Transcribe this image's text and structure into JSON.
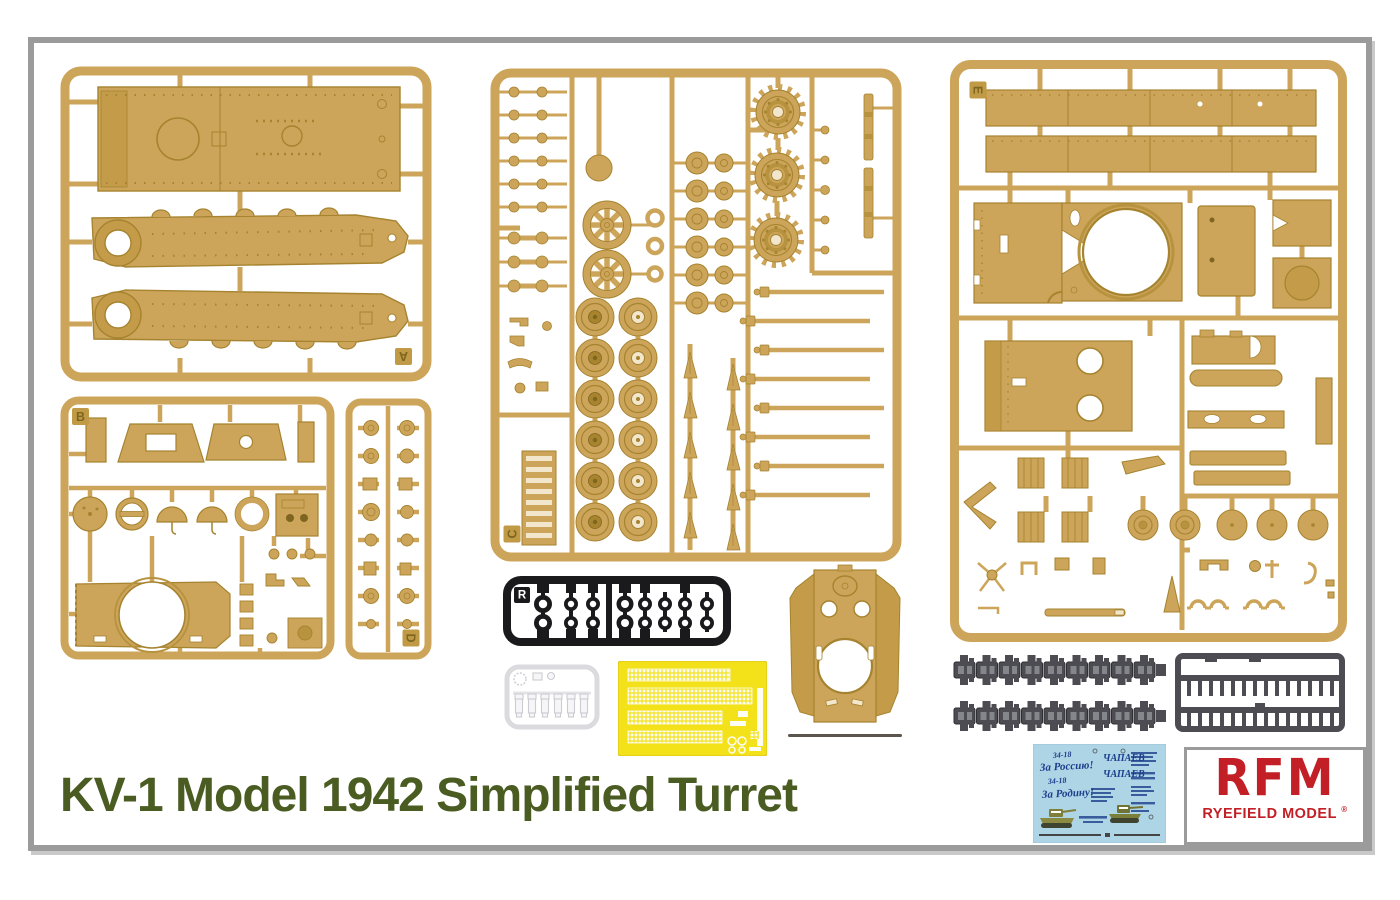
{
  "poster": {
    "title": "KV-1 Model 1942 Simplified Turret",
    "brand": {
      "initials": "RFM",
      "name": "RYEFIELD MODEL",
      "registered": "®"
    }
  },
  "sprues": {
    "a": {
      "label": "A"
    },
    "b": {
      "label": "B"
    },
    "c": {
      "label": "C"
    },
    "d": {
      "label": "D"
    },
    "e": {
      "label": "E"
    },
    "r": {
      "label": "R"
    }
  },
  "decal_sheet": {
    "lines": [
      "34-18",
      "За Россию!",
      "34-18",
      "За Родину!",
      "ЧАПАЕВ",
      "ЧАПАЕВ"
    ]
  },
  "colors": {
    "sprue_tan": "#CDA55A",
    "sprue_tan_dark": "#A5832F",
    "black_plastic": "#1A1A1C",
    "track_gray": "#4C4C52",
    "pe_yellow": "#F3E11A",
    "decal_blue": "#AED5E6",
    "title_green": "#4A5C22",
    "brand_red": "#C22026",
    "frame_gray": "#9B9B9B"
  }
}
